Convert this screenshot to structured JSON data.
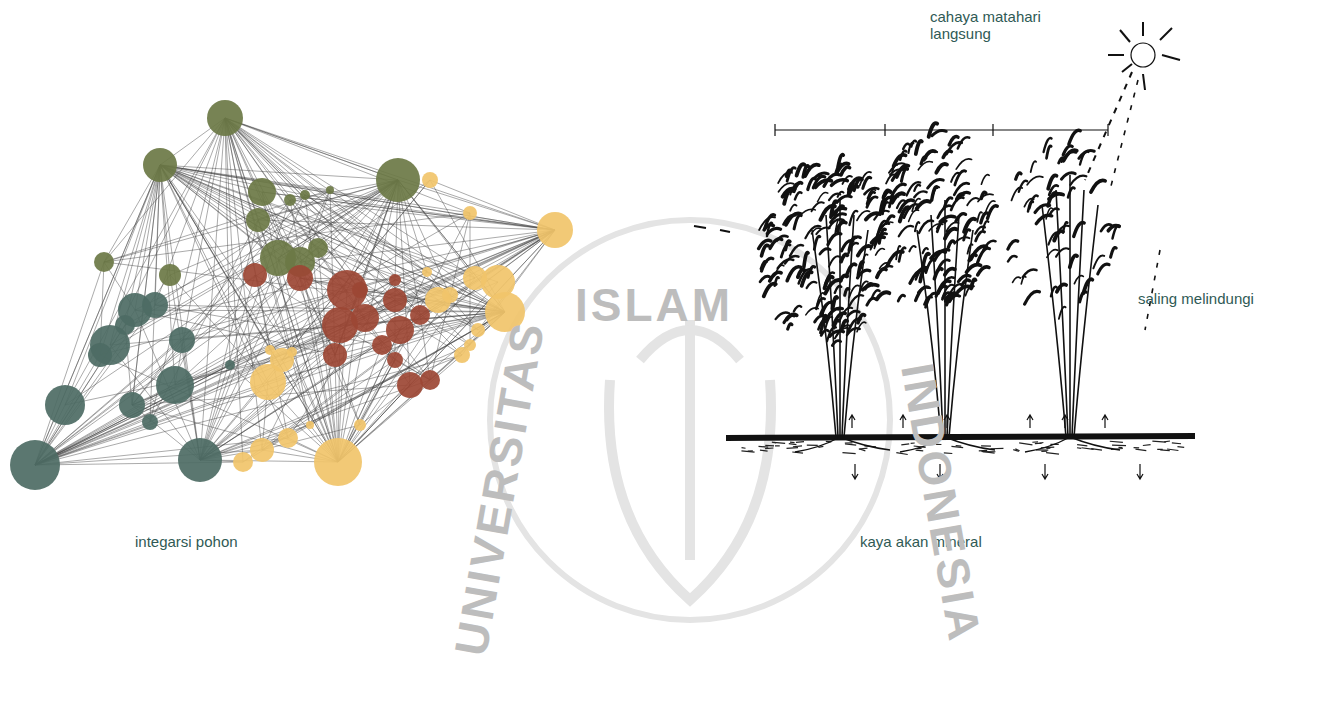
{
  "diagram": {
    "labels": [
      "cahaya matahari langsung",
      "saling melindungi",
      "integarsi pohon",
      "kaya akan mineral",
      "ISLAM",
      "UNIVERSITAS",
      "INDONESIA"
    ]
  }
}
